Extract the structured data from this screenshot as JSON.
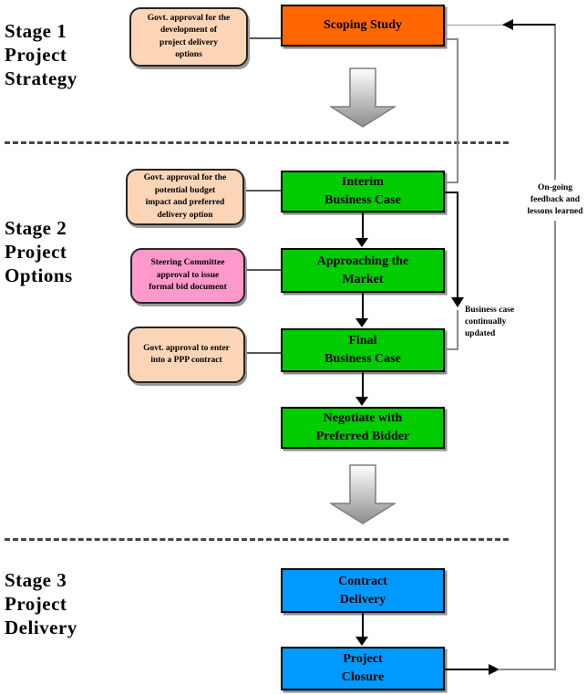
{
  "stage_labels": [
    {
      "lines": [
        "Stage 1",
        "Project",
        "Strategy"
      ]
    },
    {
      "lines": [
        "Stage 2",
        "Project",
        "Options"
      ]
    },
    {
      "lines": [
        "Stage 3",
        "Project",
        "Delivery"
      ]
    }
  ],
  "process_boxes": [
    {
      "name": "scoping-study",
      "lines": [
        "Scoping Study"
      ],
      "color": "#FF6600"
    },
    {
      "name": "interim-business-case",
      "lines": [
        "Interim",
        "Business Case"
      ],
      "color": "#00CC00"
    },
    {
      "name": "approaching-the-market",
      "lines": [
        "Approaching the",
        "Market"
      ],
      "color": "#00CC00"
    },
    {
      "name": "final-business-case",
      "lines": [
        "Final",
        "Business Case"
      ],
      "color": "#00CC00"
    },
    {
      "name": "negotiate-preferred-bidder",
      "lines": [
        "Negotiate with",
        "Preferred Bidder"
      ],
      "color": "#00CC00"
    },
    {
      "name": "contract-delivery",
      "lines": [
        "Contract",
        "Delivery"
      ],
      "color": "#0099FF"
    },
    {
      "name": "project-closure",
      "lines": [
        "Project",
        "Closure"
      ],
      "color": "#0099FF"
    }
  ],
  "callouts": [
    {
      "name": "govt-approval-development",
      "lines": [
        "Govt. approval for the",
        "development of",
        "project delivery",
        "options"
      ],
      "color": "#FBD5B5"
    },
    {
      "name": "govt-approval-budget",
      "lines": [
        "Govt. approval for the",
        "potential budget",
        "impact and preferred",
        "delivery option"
      ],
      "color": "#FBD5B5"
    },
    {
      "name": "steering-committee",
      "lines": [
        "Steering Committee",
        "approval to issue",
        "formal bid document"
      ],
      "color": "#FF99CC"
    },
    {
      "name": "govt-approval-ppp",
      "lines": [
        "Govt. approval to enter",
        "into a PPP contract"
      ],
      "color": "#FBD5B5"
    }
  ],
  "annotations": {
    "business_case": {
      "lines": [
        "Business case",
        "continually",
        "updated"
      ]
    },
    "ongoing_feedback": {
      "lines": [
        "On-going",
        "feedback and",
        "lessons learned"
      ]
    }
  },
  "colors": {
    "orange": "#FF6600",
    "green": "#00CC00",
    "blue": "#0099FF",
    "peach": "#FBD5B5",
    "pink": "#FF99CC",
    "line_gray": "#8a8a8a",
    "shadow_gray": "#8c8c8c"
  }
}
